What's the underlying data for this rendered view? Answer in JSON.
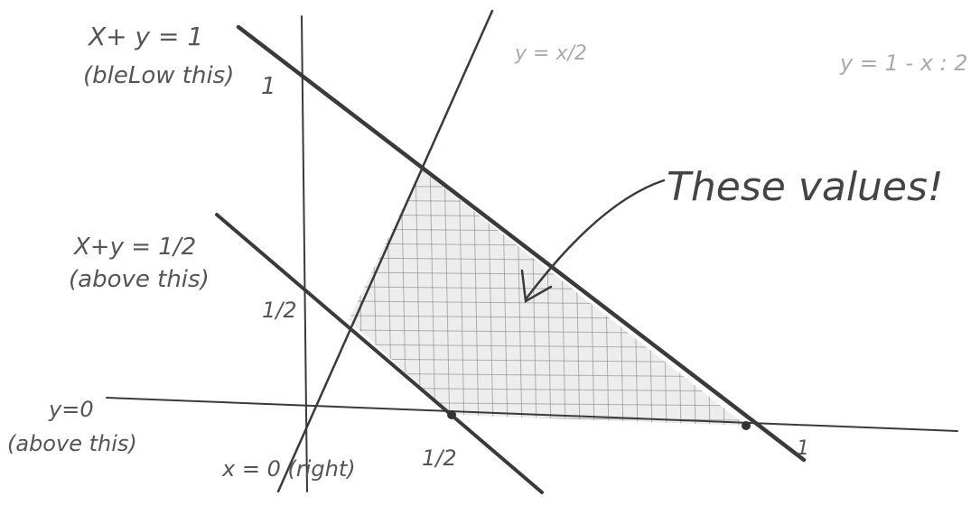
{
  "labels": {
    "line_x_plus_y_1": "X+ y = 1",
    "below_this": "(bleLow this)",
    "line_x_plus_y_half": "X+y = 1/2",
    "above_this_1": "(above this)",
    "line_y_zero": "y=0",
    "above_this_2": "(above this)",
    "line_x_zero": "x = 0 (right)",
    "line_y_x_half": "y = x/2",
    "line_y_1_x": "y = 1 - x : 2",
    "tick_y_one": "1",
    "tick_y_half": "1/2",
    "tick_x_half": "1/2",
    "tick_x_one": "1",
    "callout": "These values!"
  }
}
